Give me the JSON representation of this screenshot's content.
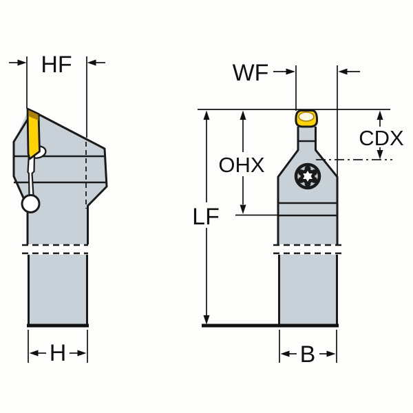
{
  "drawing": {
    "colors": {
      "outline": "#1a1a1a",
      "body": "#c7d1d7",
      "insert": "#ffd203",
      "insert_shadow": "#a98207",
      "insert_face": "#fcf8e2",
      "screw_fill": "#bcc7cd",
      "dim": "#111111",
      "bg": "#fdfdfc"
    },
    "views": {
      "side_view": {
        "labels": {
          "hf": "HF",
          "h": "H"
        }
      },
      "front_view": {
        "labels": {
          "wf": "WF",
          "cdx": "CDX",
          "ohx": "OHX",
          "lf": "LF",
          "b": "B"
        }
      }
    }
  }
}
